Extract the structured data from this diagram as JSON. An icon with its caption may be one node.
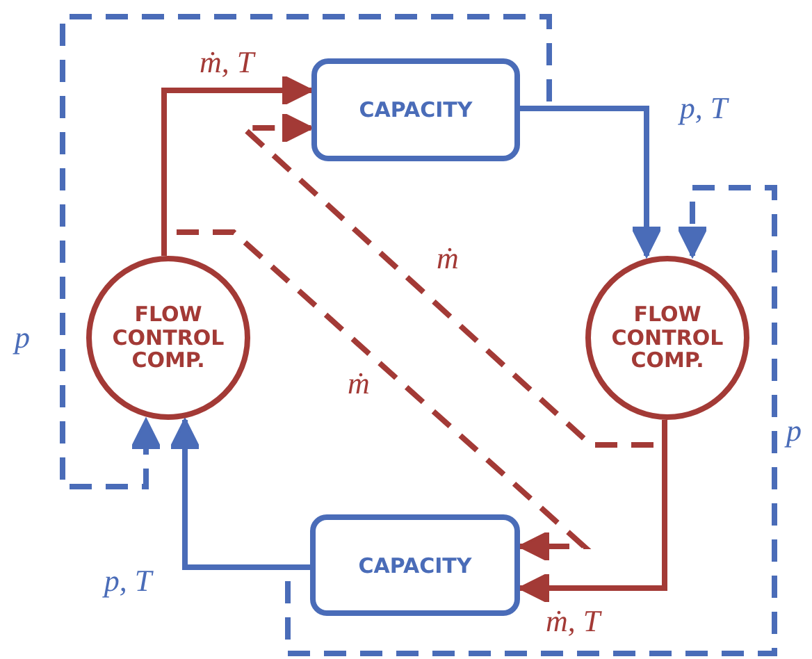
{
  "diagram": {
    "nodes": [
      {
        "text": [
          "CAPACITY"
        ]
      },
      {
        "text": [
          "FLOW CONTROL COMP."
        ]
      },
      {
        "text": [
          "FLOW CONTROL COMP."
        ]
      },
      {
        "text": [
          "CAPACITY"
        ]
      }
    ],
    "edges": [
      {
        "from": 1,
        "to": 0,
        "arrow": "to",
        "label": "ṁ, T",
        "color": "#a33a36"
      },
      {
        "from": 2,
        "to": 0,
        "arrow": "to",
        "label": "ṁ",
        "style": "dashed",
        "color": "#a33a36"
      },
      {
        "from": 2,
        "to": 3,
        "arrow": "to",
        "label": "ṁ, T",
        "color": "#a33a36"
      },
      {
        "from": 1,
        "to": 3,
        "arrow": "to",
        "label": "ṁ",
        "style": "dashed",
        "color": "#a33a36"
      },
      {
        "from": 0,
        "to": 2,
        "arrow": "to",
        "label": "p, T",
        "color": "#4a6cb8"
      },
      {
        "from": 3,
        "to": 1,
        "arrow": "to",
        "label": "p, T",
        "color": "#4a6cb8"
      },
      {
        "from": 0,
        "to": 1,
        "arrow": "to",
        "label": "p",
        "style": "dashed",
        "color": "#4a6cb8"
      },
      {
        "from": 3,
        "to": 2,
        "arrow": "to",
        "label": "p",
        "style": "dashed",
        "color": "#4a6cb8"
      }
    ]
  }
}
